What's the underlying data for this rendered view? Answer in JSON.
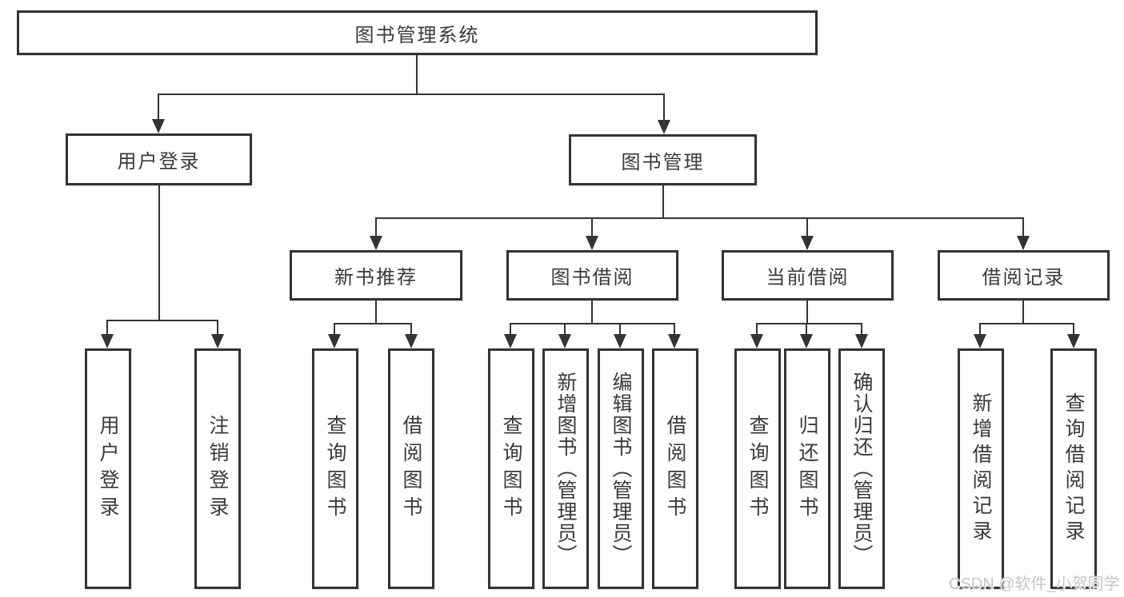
{
  "diagram": {
    "type": "tree",
    "root": {
      "label": "图书管理系统"
    },
    "level2": [
      {
        "label": "用户登录",
        "children": [
          "用户登录",
          "注销登录"
        ]
      },
      {
        "label": "图书管理"
      }
    ],
    "level3": [
      {
        "label": "新书推荐",
        "children": [
          "查询图书",
          "借阅图书"
        ]
      },
      {
        "label": "图书借阅",
        "children": [
          "查询图书",
          "新增图书（管理员）",
          "编辑图书（管理员）",
          "借阅图书"
        ]
      },
      {
        "label": "当前借阅",
        "children": [
          "查询图书",
          "归还图书",
          "确认归还（管理员）"
        ]
      },
      {
        "label": "借阅记录",
        "children": [
          "新增借阅记录",
          "查询借阅记录"
        ]
      }
    ],
    "watermark": "CSDN @软件_小贺同学",
    "colors": {
      "line": "#333333",
      "box_border": "#333333",
      "text": "#3a3a3a",
      "watermark": "#c6c6c6",
      "background": "#ffffff"
    }
  }
}
